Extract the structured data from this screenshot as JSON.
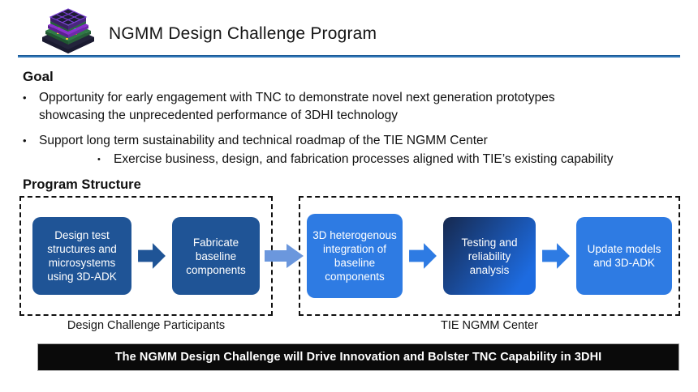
{
  "header": {
    "title": "NGMM Design Challenge Program",
    "logo_icon": "stacked-chip-logo"
  },
  "goal": {
    "heading": "Goal",
    "bullets": [
      {
        "text": "Opportunity for early engagement with TNC to demonstrate novel next generation prototypes showcasing the unprecedented performance of 3DHI technology",
        "sub": []
      },
      {
        "text": "Support long term sustainability and technical roadmap of the TIE NGMM Center",
        "sub": [
          "Exercise business, design, and fabrication processes aligned with TIE’s existing capability"
        ]
      }
    ]
  },
  "program_structure": {
    "heading": "Program Structure",
    "groups": [
      {
        "label": "Design Challenge Participants",
        "steps": [
          "Design test structures and microsystems using 3D-ADK",
          "Fabricate baseline components"
        ]
      },
      {
        "label": "TIE NGMM Center",
        "steps": [
          "3D heterogenous integration of baseline components",
          "Testing and reliability analysis",
          "Update models and 3D-ADK"
        ]
      }
    ]
  },
  "banner": {
    "text": "The NGMM Design Challenge will Drive Innovation and Bolster TNC Capability in 3DHI"
  },
  "colors": {
    "divider_blue": "#2E75B6",
    "dark_step_blue": "#1F5496",
    "light_step_blue": "#2E7BE3",
    "gradient_step_start": "#16294F",
    "gradient_step_end": "#1D6BE0",
    "connector_blue": "#6B97DD",
    "banner_bg": "#0A0A0A",
    "text_black": "#111111"
  }
}
